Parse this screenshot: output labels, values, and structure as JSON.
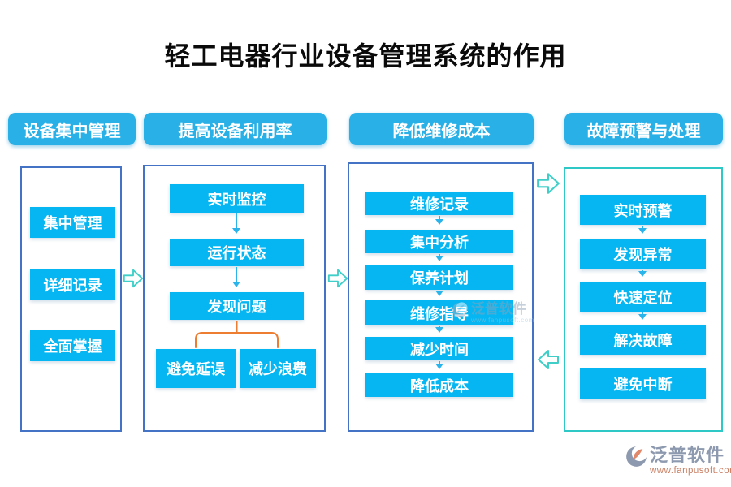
{
  "title": "轻工电器行业设备管理系统的作用",
  "columns": [
    {
      "header": "设备集中管理",
      "items": [
        "集中管理",
        "详细记录",
        "全面掌握"
      ]
    },
    {
      "header": "提高设备利用率",
      "flow": [
        "实时监控",
        "运行状态",
        "发现问题"
      ],
      "branches": [
        "避免延误",
        "减少浪费"
      ]
    },
    {
      "header": "降低维修成本",
      "flow": [
        "维修记录",
        "集中分析",
        "保养计划",
        "维修指导",
        "减少时间",
        "降低成本"
      ]
    },
    {
      "header": "故障预警与处理",
      "flow": [
        "实时预警",
        "发现异常",
        "快速定位",
        "解决故障",
        "避免中断"
      ]
    }
  ],
  "watermark": {
    "brand": "泛普软件",
    "url": "www.fanpusoft.com"
  },
  "footer": {
    "brand": "泛普软件",
    "url": "www.fanpusoft.com"
  },
  "colors": {
    "header_fill": "#29b1e7",
    "box_fill": "#05b6f2",
    "column_border_blue": "#4472c4",
    "column_border_teal": "#2ec9c6",
    "flow_arrow": "#2ab4ec",
    "link_arrow_stroke": "#3fcfc8",
    "bracket_orange": "#ed7d31",
    "brand_gray": "#8d99ae",
    "brand_accent": "#e2886a",
    "url_red": "#c97f63",
    "title_color": "#0a0a0a"
  }
}
